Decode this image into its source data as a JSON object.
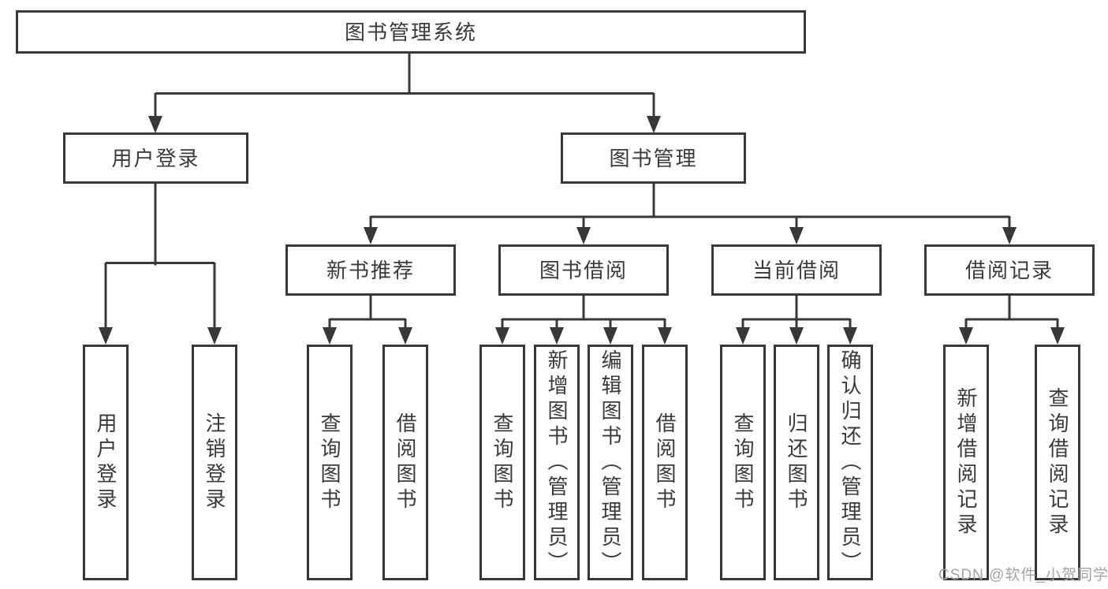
{
  "colors": {
    "background": "#ffffff",
    "line": "#383838",
    "text": "#3a3a3a",
    "watermark": "#a3a3a3"
  },
  "diagram": {
    "root": {
      "label": "图书管理系统"
    },
    "branches": [
      {
        "label": "用户登录",
        "children": [
          {
            "label": "用户登录"
          },
          {
            "label": "注销登录"
          }
        ]
      },
      {
        "label": "图书管理",
        "children": [
          {
            "label": "新书推荐",
            "children": [
              {
                "label": "查询图书"
              },
              {
                "label": "借阅图书"
              }
            ]
          },
          {
            "label": "图书借阅",
            "children": [
              {
                "label": "查询图书"
              },
              {
                "label": "新增图书（管理员）"
              },
              {
                "label": "编辑图书（管理员）"
              },
              {
                "label": "借阅图书"
              }
            ]
          },
          {
            "label": "当前借阅",
            "children": [
              {
                "label": "查询图书"
              },
              {
                "label": "归还图书"
              },
              {
                "label": "确认归还（管理员）"
              }
            ]
          },
          {
            "label": "借阅记录",
            "children": [
              {
                "label": "新增借阅记录"
              },
              {
                "label": "查询借阅记录"
              }
            ]
          }
        ]
      }
    ]
  },
  "watermark": {
    "text": "CSDN @软件_小贺同学"
  }
}
